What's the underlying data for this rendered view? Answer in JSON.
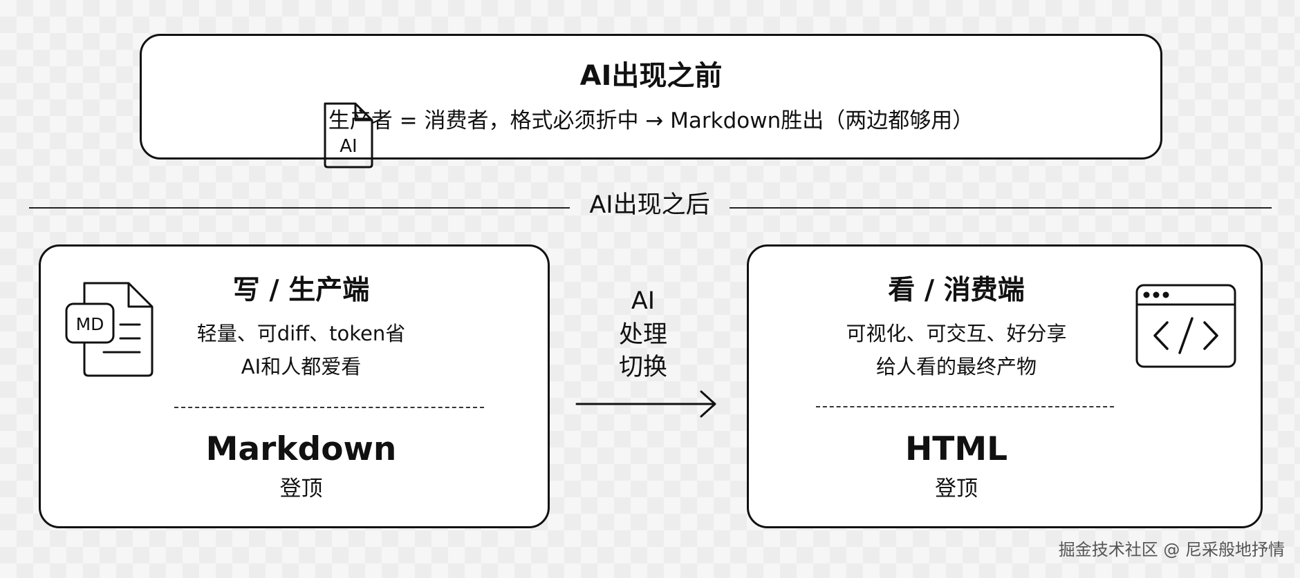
{
  "before": {
    "title": "AI出现之前",
    "description": "生产者 = 消费者，格式必须折中 → Markdown胜出（两边都够用）",
    "icon_label": "AI"
  },
  "divider": {
    "label": "AI出现之后"
  },
  "write_card": {
    "title": "写 / 生产端",
    "line1": "轻量、可diff、token省",
    "line2": "AI和人都爱看",
    "main": "Markdown",
    "sub": "登顶",
    "icon_label": "MD"
  },
  "transition": {
    "line1": "AI",
    "line2": "处理",
    "line3": "切换"
  },
  "read_card": {
    "title": "看 / 消费端",
    "line1": "可视化、可交互、好分享",
    "line2": "给人看的最终产物",
    "main": "HTML",
    "sub": "登顶"
  },
  "watermark": "掘金技术社区 @ 尼采般地抒情",
  "icons": {
    "before": "ai-file-icon",
    "write": "markdown-file-icon",
    "read": "code-window-icon",
    "transition": "right-arrow-icon"
  }
}
